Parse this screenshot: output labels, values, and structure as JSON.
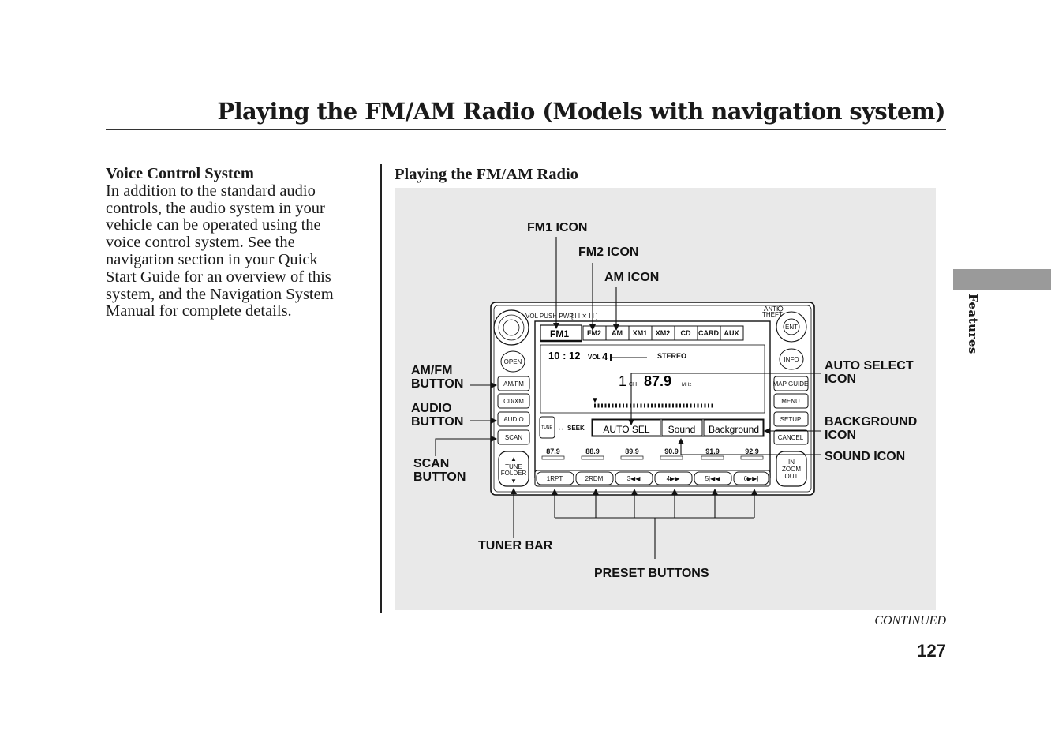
{
  "header": {
    "title": "Playing the FM/AM Radio (Models with navigation system)"
  },
  "left": {
    "heading": "Voice Control System",
    "lines": [
      "In addition to the standard audio",
      "controls, the audio system in your",
      "vehicle can be operated using the",
      "voice control system. See the",
      "navigation section in your Quick",
      "Start Guide for an overview of this",
      "system, and the Navigation System",
      "Manual for complete details."
    ]
  },
  "figure": {
    "heading": "Playing the FM/AM Radio",
    "callouts": {
      "fm1_icon": "FM1 ICON",
      "fm2_icon": "FM2 ICON",
      "am_icon": "AM ICON",
      "amfm_button": [
        "AM/FM",
        "BUTTON"
      ],
      "audio_button": [
        "AUDIO",
        "BUTTON"
      ],
      "scan_button": [
        "SCAN",
        "BUTTON"
      ],
      "tuner_bar": "TUNER BAR",
      "preset_buttons": "PRESET BUTTONS",
      "auto_select_icon": [
        "AUTO SELECT",
        "ICON"
      ],
      "background_icon": [
        "BACKGROUND",
        "ICON"
      ],
      "sound_icon": "SOUND ICON"
    },
    "radio": {
      "tabs": [
        "FM1",
        "FM2",
        "AM",
        "XM1",
        "XM2",
        "CD",
        "CARD",
        "AUX"
      ],
      "clock": "10 : 12",
      "vol_label": "VOL",
      "vol_value": "4",
      "stereo": "STEREO",
      "channel": "1",
      "ch_label": "CH",
      "frequency": "87.9",
      "mhz": "MHz",
      "seek": "SEEK",
      "tune": "TUNE",
      "auto_sel": "AUTO SEL",
      "sound": "Sound",
      "background": "Background",
      "preset_freqs": [
        "87.9",
        "88.9",
        "89.9",
        "90.9",
        "91.9",
        "92.9"
      ],
      "presets": [
        "1RPT",
        "2RDM",
        "3◀◀",
        "4▶▶",
        "5|◀◀",
        "6▶▶|"
      ],
      "left_buttons": [
        "OPEN",
        "AM/FM",
        "CD/XM",
        "AUDIO",
        "SCAN"
      ],
      "right_buttons": [
        "INFO",
        "MAP GUIDE",
        "MENU",
        "SETUP",
        "CANCEL"
      ],
      "vol_pwr": "VOL PUSH PWR",
      "anti_theft": [
        "ANTI",
        "THEFT"
      ],
      "ent": "ENT",
      "tune_folder": [
        "TUNE",
        "FOLDER"
      ],
      "zoom": [
        "IN",
        "ZOOM",
        "OUT"
      ]
    }
  },
  "footer": {
    "continued": "CONTINUED",
    "page_number": "127"
  },
  "side": {
    "section": "Features"
  }
}
